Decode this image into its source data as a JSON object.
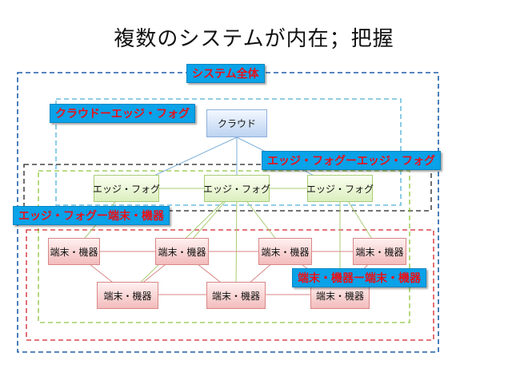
{
  "title": "複数のシステムが内在；把握",
  "groups": {
    "system_all": "システム全体",
    "cloud_edge_fog": "クラウドーエッジ・フォグ",
    "edge_fog_edge_fog": "エッジ・フォグーエッジ・フォグ",
    "edge_fog_device": "エッジ・フォグー端末・機器",
    "device_device": "端末・機器ー端末・機器"
  },
  "nodes": {
    "cloud": "クラウド",
    "edge_fog": [
      "エッジ・フォグ",
      "エッジ・フォグ",
      "エッジ・フォグ"
    ],
    "devices_top": [
      "端末・機器",
      "端末・機器",
      "端末・機器",
      "端末・機器"
    ],
    "devices_bottom": [
      "端末・機器",
      "端末・機器",
      "端末・機器"
    ]
  },
  "colors": {
    "system_all_border": "#1f5fa8",
    "cloud_group_border": "#4cb0d8",
    "edge_group_border": "#8cc63f",
    "black_group_border": "#222222",
    "device_group_border": "#d2232a",
    "label_bg": "#0aa2e8",
    "label_text": "#e8111a"
  }
}
